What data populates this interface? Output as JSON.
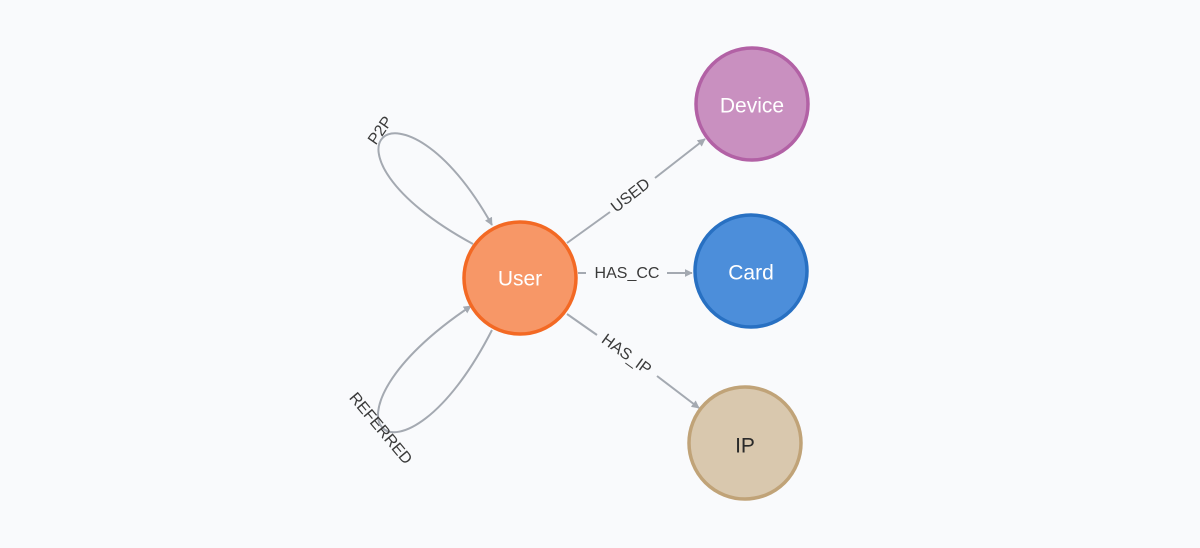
{
  "graph": {
    "nodes": [
      {
        "id": "user",
        "label": "User",
        "fill": "#f79767",
        "stroke": "#f36924",
        "text_color": "#ffffff"
      },
      {
        "id": "device",
        "label": "Device",
        "fill": "#c990c0",
        "stroke": "#b261a5",
        "text_color": "#ffffff"
      },
      {
        "id": "card",
        "label": "Card",
        "fill": "#4c8eda",
        "stroke": "#2870c2",
        "text_color": "#ffffff"
      },
      {
        "id": "ip",
        "label": "IP",
        "fill": "#d9c8ae",
        "stroke": "#c0a378",
        "text_color": "#2a2a2a"
      }
    ],
    "relationships": [
      {
        "id": "p2p",
        "label": "P2P",
        "from": "User",
        "to": "User"
      },
      {
        "id": "referred",
        "label": "REFERRED",
        "from": "User",
        "to": "User"
      },
      {
        "id": "used",
        "label": "USED",
        "from": "User",
        "to": "Device"
      },
      {
        "id": "has-cc",
        "label": "HAS_CC",
        "from": "User",
        "to": "Card"
      },
      {
        "id": "has-ip",
        "label": "HAS_IP",
        "from": "User",
        "to": "IP"
      }
    ],
    "edge_color": "#a4a9b1",
    "background": "#f9fafc"
  }
}
